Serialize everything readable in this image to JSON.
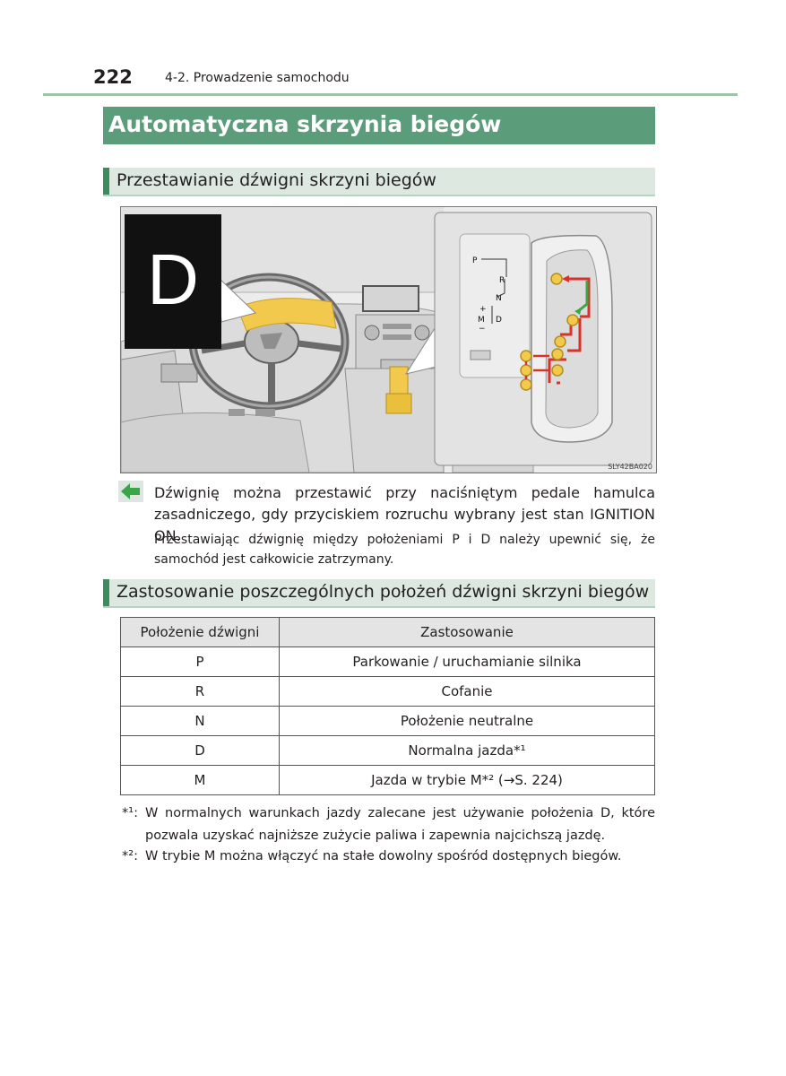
{
  "header": {
    "page_number": "222",
    "chapter": "4-2. Prowadzenie samochodu"
  },
  "title": "Automatyczna skrzynia biegów",
  "section1": {
    "heading": "Przestawianie dźwigni skrzyni biegów",
    "figure": {
      "zoom_letter": "D",
      "gate_labels": {
        "p": "P",
        "r": "R",
        "n": "N",
        "plus": "+",
        "m": "M",
        "minus": "−",
        "d": "D"
      },
      "code": "SLY42BA020"
    },
    "note_icon": "green-left-arrow-icon",
    "note_text": "Dźwignię można przestawić przy naciśniętym pedale hamulca zasadniczego, gdy przyciskiem rozruchu wybrany jest stan IGNITION ON.",
    "caution_text": "Przestawiając dźwignię między położeniami P i D należy upewnić się, że samochód jest całkowicie zatrzymany."
  },
  "section2": {
    "heading": "Zastosowanie poszczególnych położeń dźwigni skrzyni biegów",
    "table": {
      "headers": [
        "Położenie dźwigni",
        "Zastosowanie"
      ],
      "rows": [
        {
          "position": "P",
          "use": "Parkowanie / uruchamianie silnika"
        },
        {
          "position": "R",
          "use": "Cofanie"
        },
        {
          "position": "N",
          "use": "Położenie neutralne"
        },
        {
          "position": "D",
          "use": "Normalna jazda*¹"
        },
        {
          "position": "M",
          "use": "Jazda w trybie M*² (→S. 224)"
        }
      ]
    }
  },
  "footnotes": [
    {
      "mark": "*¹:",
      "text": "W normalnych warunkach jazdy zalecane jest używanie położenia D, które pozwala uzyskać najniższe zużycie paliwa i zapewnia najcichszą jazdę."
    },
    {
      "mark": "*²:",
      "text": "W trybie M można włączyć na stałe dowolny spośród dostępnych biegów."
    }
  ],
  "colors": {
    "title_green": "#5b9c7a",
    "accent_green": "#3d8b5f",
    "highlight_yellow": "#f2c94c",
    "arrow_red": "#d9322b",
    "arrow_green": "#3aa64a"
  }
}
